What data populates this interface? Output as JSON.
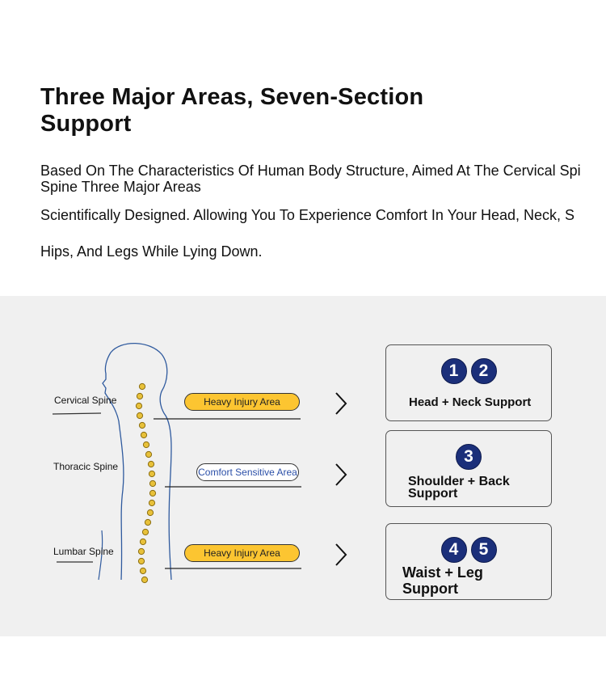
{
  "header": {
    "title": "Three Major Areas, Seven-Section Support",
    "description_lines": [
      "Based On The Characteristics Of Human Body Structure, Aimed At The Cervical Spi",
      "Spine Three Major Areas",
      "Scientifically Designed. Allowing You To Experience Comfort In Your Head, Neck, S",
      "Hips, And Legs While Lying Down."
    ]
  },
  "diagram": {
    "spine_labels": [
      "Cervical Spine",
      "Thoracic Spine",
      "Lumbar Spine"
    ],
    "area_pills": [
      {
        "label": "Heavy Injury Area",
        "kind": "heavy"
      },
      {
        "label": "Comfort Sensitive Area",
        "kind": "comfort"
      },
      {
        "label": "Heavy Injury Area",
        "kind": "heavy"
      }
    ],
    "support_boxes": [
      {
        "numbers": [
          "1",
          "2"
        ],
        "label": "Head + Neck Support"
      },
      {
        "numbers": [
          "3"
        ],
        "label": "Shoulder + Back Support"
      },
      {
        "numbers": [
          "4",
          "5"
        ],
        "label": "Waist + Leg Support"
      }
    ]
  },
  "colors": {
    "heavy_pill": "#fcc531",
    "comfort_text": "#2b4fa8",
    "badge": "#1b2f7a",
    "vertebra": "#e8c13a",
    "body_outline": "#2f5a9e",
    "panel_bg": "#f0f0f0"
  },
  "icons": [
    "chevron-right-icon"
  ]
}
